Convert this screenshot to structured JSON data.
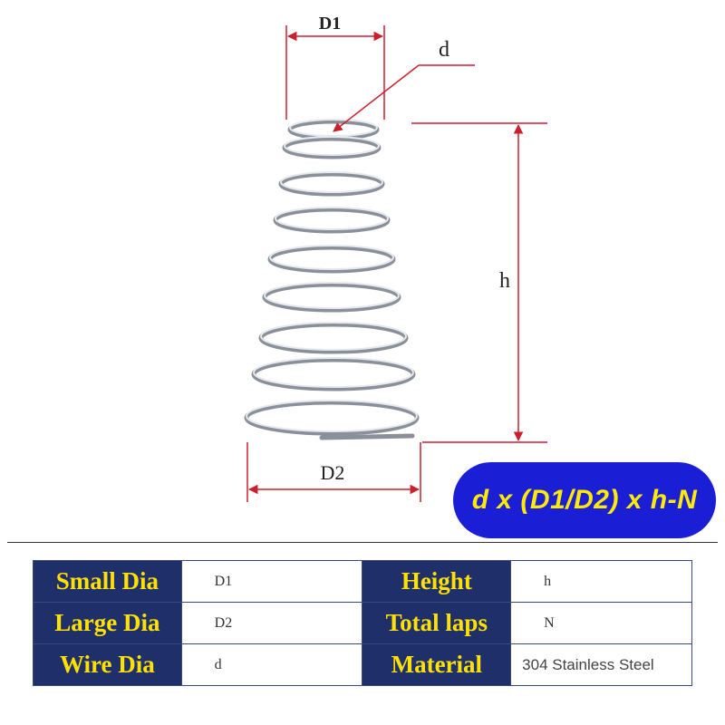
{
  "diagram": {
    "labels": {
      "d1": "D1",
      "d": "d",
      "h": "h",
      "d2": "D2"
    },
    "colors": {
      "dimension": "#cc1f2e",
      "spring": "#9aa0a8"
    }
  },
  "formula": "d x (D1/D2) x h-N",
  "table": {
    "rows": [
      {
        "label1": "Small Dia",
        "value1": "D1",
        "label2": "Height",
        "value2": "h"
      },
      {
        "label1": "Large Dia",
        "value1": "D2",
        "label2": "Total laps",
        "value2": "N"
      },
      {
        "label1": "Wire Dia",
        "value1": "d",
        "label2": "Material",
        "value2": "304 Stainless Steel"
      }
    ]
  },
  "colors": {
    "label_bg": "#1e2f6a",
    "label_text": "#ffe000",
    "badge_bg": "#1a1fd6",
    "badge_text": "#ffea00"
  }
}
